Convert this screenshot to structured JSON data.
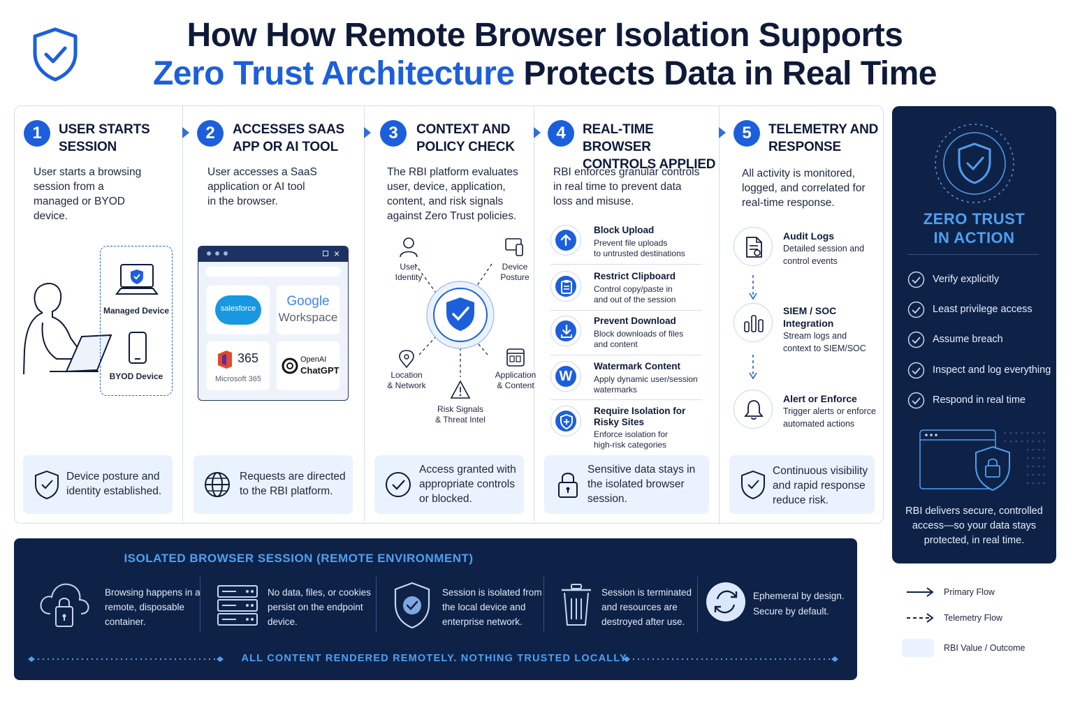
{
  "header": {
    "title_line1": "How How Remote Browser Isolation Supports",
    "title_accent": "Zero Trust Architecture",
    "title_line2_rest": " Protects Data in Real Time"
  },
  "steps": [
    {
      "num": "1",
      "title_l1": "USER STARTS",
      "title_l2": "SESSION",
      "desc": [
        "User starts a browsing",
        "session from a",
        "managed or BYOD",
        "device."
      ],
      "outcome": [
        "Device posture and",
        "identity established."
      ]
    },
    {
      "num": "2",
      "title_l1": "ACCESSES SAAS",
      "title_l2": "APP OR AI TOOL",
      "desc": [
        "User accesses a SaaS",
        "application or AI tool",
        "in the browser."
      ],
      "outcome": [
        "Requests are directed",
        "to the RBI platform."
      ]
    },
    {
      "num": "3",
      "title_l1": "CONTEXT AND",
      "title_l2": "POLICY CHECK",
      "desc": [
        "The RBI platform evaluates",
        "user, device, application,",
        "content, and risk signals",
        "against Zero Trust policies."
      ],
      "outcome": [
        "Access granted with",
        "appropriate controls",
        "or blocked."
      ]
    },
    {
      "num": "4",
      "title_l1": "REAL-TIME BROWSER",
      "title_l2": "CONTROLS APPLIED",
      "desc": [
        "RBI enforces granular controls",
        "in real time to prevent data",
        "loss and misuse."
      ],
      "outcome": [
        "Sensitive data stays in",
        "the isolated browser",
        "session."
      ]
    },
    {
      "num": "5",
      "title_l1": "TELEMETRY AND",
      "title_l2": "RESPONSE",
      "desc": [
        "All activity is monitored,",
        "logged, and correlated for",
        "real-time response."
      ],
      "outcome": [
        "Continuous visibility",
        "and rapid response",
        "reduce risk."
      ]
    }
  ],
  "col1": {
    "managed_device": "Managed Device",
    "byod_device": "BYOD Device"
  },
  "col2": {
    "salesforce": "salesforce",
    "google_l1": "Google",
    "google_l2": "Workspace",
    "ms_num": "365",
    "ms_label": "Microsoft 365",
    "openai_l1": "OpenAI",
    "openai_l2": "ChatGPT",
    "close_glyph": "×"
  },
  "col3": {
    "signals": [
      {
        "l1": "User",
        "l2": "Identity"
      },
      {
        "l1": "Device",
        "l2": "Posture"
      },
      {
        "l1": "Location",
        "l2": "& Network"
      },
      {
        "l1": "Application",
        "l2": "& Content"
      },
      {
        "l1": "Risk Signals",
        "l2": "& Threat Intel"
      }
    ]
  },
  "controls": [
    {
      "icon": "upload-arrow-icon",
      "title": [
        "Block Upload"
      ],
      "desc": [
        "Prevent file uploads",
        "to untrusted destinations"
      ]
    },
    {
      "icon": "clipboard-icon",
      "title": [
        "Restrict Clipboard"
      ],
      "desc": [
        "Control copy/paste in",
        "and out of the session"
      ]
    },
    {
      "icon": "download-icon",
      "title": [
        "Prevent Download"
      ],
      "desc": [
        "Block downloads of files",
        "and content"
      ]
    },
    {
      "icon": "watermark-w-icon",
      "title": [
        "Watermark Content"
      ],
      "desc": [
        "Apply dynamic user/session",
        "watermarks"
      ],
      "glyph": "W"
    },
    {
      "icon": "shield-plus-icon",
      "title": [
        "Require Isolation for",
        "Risky Sites"
      ],
      "desc": [
        "Enforce isolation for",
        "high-risk categories"
      ]
    }
  ],
  "telemetry": [
    {
      "icon": "document-icon",
      "title": [
        "Audit Logs"
      ],
      "desc": [
        "Detailed session and",
        "control events"
      ]
    },
    {
      "icon": "bar-chart-icon",
      "title": [
        "SIEM / SOC",
        "Integration"
      ],
      "desc": [
        "Stream logs and",
        "context to SIEM/SOC"
      ]
    },
    {
      "icon": "bell-icon",
      "title": [
        "Alert or Enforce"
      ],
      "desc": [
        "Trigger alerts or enforce",
        "automated actions"
      ]
    }
  ],
  "zero_trust": {
    "title_l1": "ZERO TRUST",
    "title_l2": "IN ACTION",
    "items": [
      "Verify explicitly",
      "Least privilege access",
      "Assume breach",
      "Inspect and log everything",
      "Respond in real time"
    ],
    "footer": [
      "RBI delivers secure, controlled",
      "access—so your data stays",
      "protected, in real time."
    ]
  },
  "isolated": {
    "title": "ISOLATED BROWSER SESSION (REMOTE ENVIRONMENT)",
    "items": [
      {
        "icon": "cloud-lock-icon",
        "text": [
          "Browsing happens in a",
          "remote, disposable",
          "container."
        ]
      },
      {
        "icon": "server-icon",
        "text": [
          "No data, files, or cookies",
          "persist on the endpoint",
          "device."
        ]
      },
      {
        "icon": "shield-check-icon",
        "text": [
          "Session is isolated from",
          "the local device and",
          "enterprise network."
        ]
      },
      {
        "icon": "trash-icon",
        "text": [
          "Session is terminated",
          "and resources are",
          "destroyed after use."
        ]
      },
      {
        "icon": "refresh-icon",
        "text": [
          "Ephemeral by design.",
          "Secure by default."
        ]
      }
    ],
    "footer": "ALL CONTENT RENDERED REMOTELY. NOTHING TRUSTED LOCALLY."
  },
  "legend": {
    "primary": "Primary Flow",
    "telemetry": "Telemetry Flow",
    "value": "RBI Value / Outcome"
  },
  "colors": {
    "accent": "#1c5fdc",
    "navy": "#0e2247",
    "light_blue": "#eaf2fd",
    "cyan": "#4ea0f2"
  }
}
